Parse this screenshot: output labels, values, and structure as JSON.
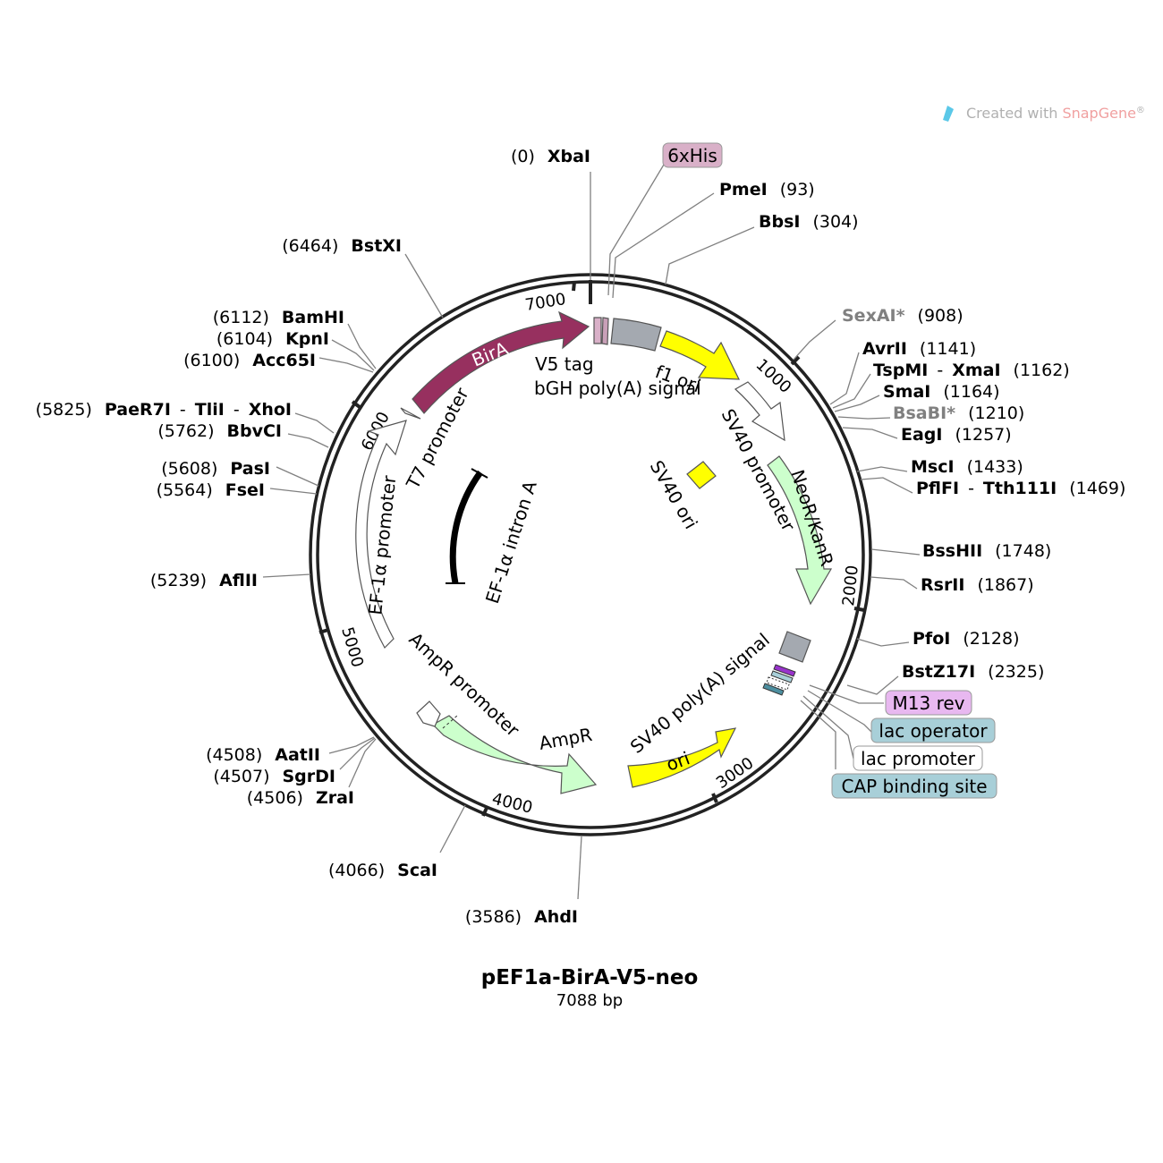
{
  "plasmid": {
    "name": "pEF1a-BirA-V5-neo",
    "length": "7088 bp"
  },
  "watermark": {
    "prefix": "Created with ",
    "brand": "SnapGene",
    "reg": "®"
  },
  "colors": {
    "birA": "#97305f",
    "his": "#d9b0c8",
    "grey": "#a4a9b0",
    "yellow": "#ffff00",
    "green": "#ccffcc",
    "white": "#ffffff",
    "teal": "#a8cfd8",
    "m13": "#e8b8f0",
    "purple": "#9933cc"
  },
  "ticks": [
    "1000",
    "2000",
    "3000",
    "4000",
    "5000",
    "6000",
    "7000"
  ],
  "sites": [
    {
      "name": "XbaI",
      "pos": "(0)",
      "gray": false
    },
    {
      "name": "PmeI",
      "pos": "(93)",
      "gray": false
    },
    {
      "name": "BbsI",
      "pos": "(304)",
      "gray": false
    },
    {
      "name": "SexAI*",
      "pos": "(908)",
      "gray": true
    },
    {
      "name": "AvrII",
      "pos": "(1141)",
      "gray": false
    },
    {
      "name": "TspMI",
      "name2": "XmaI",
      "pos": "(1162)",
      "gray": false
    },
    {
      "name": "SmaI",
      "pos": "(1164)",
      "gray": false
    },
    {
      "name": "BsaBI*",
      "pos": "(1210)",
      "gray": true
    },
    {
      "name": "EagI",
      "pos": "(1257)",
      "gray": false
    },
    {
      "name": "MscI",
      "pos": "(1433)",
      "gray": false
    },
    {
      "name": "PflFI",
      "name2": "Tth111I",
      "pos": "(1469)",
      "gray": false
    },
    {
      "name": "BssHII",
      "pos": "(1748)",
      "gray": false
    },
    {
      "name": "RsrII",
      "pos": "(1867)",
      "gray": false
    },
    {
      "name": "PfoI",
      "pos": "(2128)",
      "gray": false
    },
    {
      "name": "BstZ17I",
      "pos": "(2325)",
      "gray": false
    },
    {
      "name": "AhdI",
      "pos": "(3586)",
      "gray": false
    },
    {
      "name": "ScaI",
      "pos": "(4066)",
      "gray": false
    },
    {
      "name": "ZraI",
      "pos": "(4506)",
      "gray": false
    },
    {
      "name": "SgrDI",
      "pos": "(4507)",
      "gray": false
    },
    {
      "name": "AatII",
      "pos": "(4508)",
      "gray": false
    },
    {
      "name": "AflII",
      "pos": "(5239)",
      "gray": false
    },
    {
      "name": "FseI",
      "pos": "(5564)",
      "gray": false
    },
    {
      "name": "PasI",
      "pos": "(5608)",
      "gray": false
    },
    {
      "name": "BbvCI",
      "pos": "(5762)",
      "gray": false
    },
    {
      "name": "PaeR7I",
      "name2": "TliI",
      "name3": "XhoI",
      "pos": "(5825)",
      "gray": false
    },
    {
      "name": "Acc65I",
      "pos": "(6100)",
      "gray": false
    },
    {
      "name": "KpnI",
      "pos": "(6104)",
      "gray": false
    },
    {
      "name": "BamHI",
      "pos": "(6112)",
      "gray": false
    },
    {
      "name": "BstXI",
      "pos": "(6464)",
      "gray": false
    }
  ],
  "separator": "-",
  "boxed": {
    "his": "6xHis",
    "m13": "M13 rev",
    "lacop": "lac operator",
    "lacprom": "lac promoter",
    "cap": "CAP binding site"
  },
  "features": {
    "birA": "BirA",
    "v5": "V5 tag",
    "bgh": "bGH poly(A) signal",
    "f1": "f1 ori",
    "sv40prom": "SV40 promoter",
    "sv40ori": "SV40 ori",
    "neo": "NeoR/KanR",
    "sv40pa": "SV40 poly(A) signal",
    "ori": "ori",
    "ampr": "AmpR",
    "amprprom": "AmpR promoter",
    "ef1prom": "EF-1α promoter",
    "t7": "T7 promoter",
    "intron": "EF-1α intron A"
  }
}
